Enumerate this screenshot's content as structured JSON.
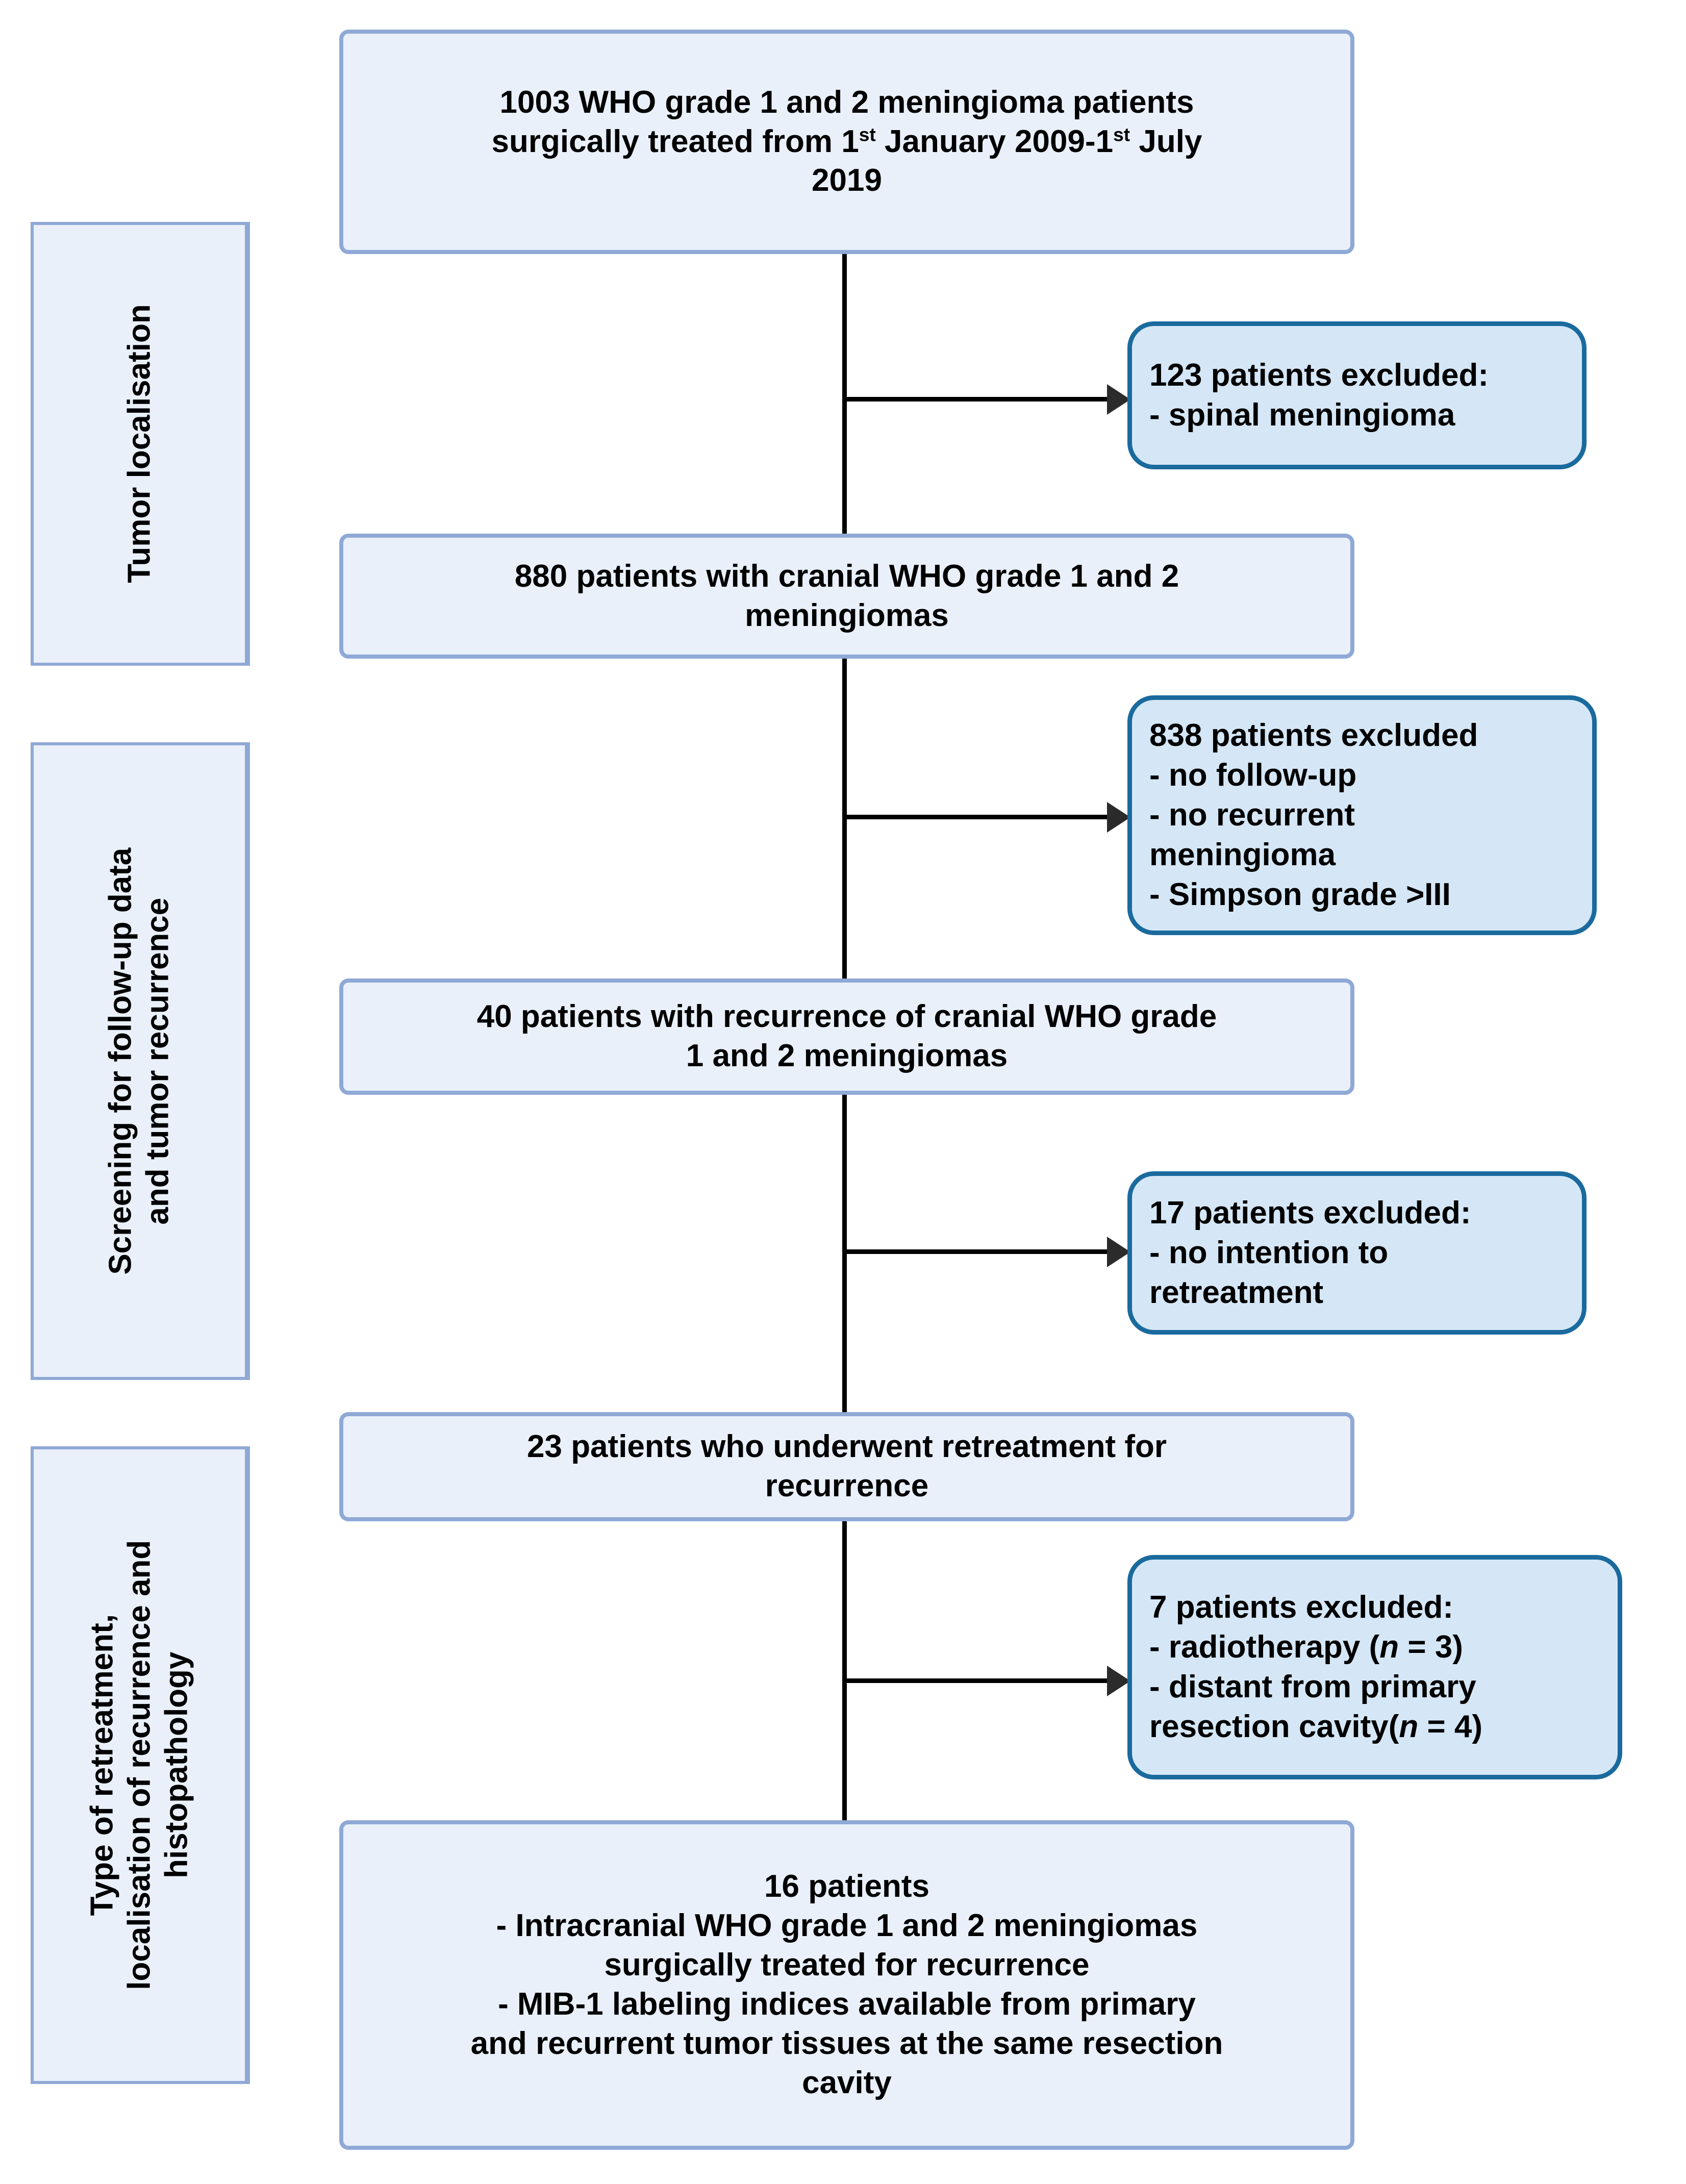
{
  "diagram": {
    "title": "Patient selection flowchart for WHO grade 1 and 2 meningioma recurrence study",
    "colors": {
      "primary_box_fill": "#e9f0fa",
      "primary_box_border": "#8fa9d6",
      "exclusion_box_fill": "#d5e7f6",
      "exclusion_box_border": "#1a6a9e",
      "connector": "#000000",
      "text": "#000000"
    }
  },
  "phases": [
    {
      "id": "phase-tumor-localisation",
      "lines": [
        "Tumor localisation"
      ]
    },
    {
      "id": "phase-screening",
      "lines": [
        "Screening for follow-up data",
        "and tumor recurrence"
      ]
    },
    {
      "id": "phase-retreatment",
      "lines": [
        "Type of retreatment,",
        "localisation of recurrence and",
        "histopathology"
      ]
    }
  ],
  "flow_boxes": [
    {
      "id": "box-cohort-1003",
      "count": 1003,
      "lines_html": "1003 WHO grade 1 and 2 meningioma patients<br>surgically treated from 1<sup>st</sup> January 2009-1<sup>st</sup> July<br>2019"
    },
    {
      "id": "box-cohort-880",
      "count": 880,
      "lines_html": "880 patients with cranial WHO grade 1 and 2<br>meningiomas"
    },
    {
      "id": "box-cohort-40",
      "count": 40,
      "lines_html": "40 patients with recurrence of cranial WHO grade<br>1 and 2 meningiomas"
    },
    {
      "id": "box-cohort-23",
      "count": 23,
      "lines_html": "23 patients who underwent retreatment for<br>recurrence"
    },
    {
      "id": "box-cohort-16",
      "count": 16,
      "lines_html": "16 patients<br>- Intracranial WHO grade 1 and 2 meningiomas<br>surgically treated for recurrence<br>- MIB-1 labeling indices available from primary<br>and recurrent tumor tissues at the same resection<br>cavity"
    }
  ],
  "exclusion_boxes": [
    {
      "id": "excl-123",
      "count": 123,
      "lines_html": "123 patients excluded:<br>- spinal meningioma"
    },
    {
      "id": "excl-838",
      "count": 838,
      "lines_html": "838 patients excluded<br>- no follow-up<br>- no recurrent<br>meningioma<br>- Simpson grade &gt;III"
    },
    {
      "id": "excl-17",
      "count": 17,
      "lines_html": "17 patients excluded:<br>- no intention to<br>retreatment"
    },
    {
      "id": "excl-7",
      "count": 7,
      "lines_html": "7 patients excluded:<br>- radiotherapy (<em>n</em> = 3)<br>- distant from primary<br>resection cavity(<em>n</em> = 4)"
    }
  ]
}
